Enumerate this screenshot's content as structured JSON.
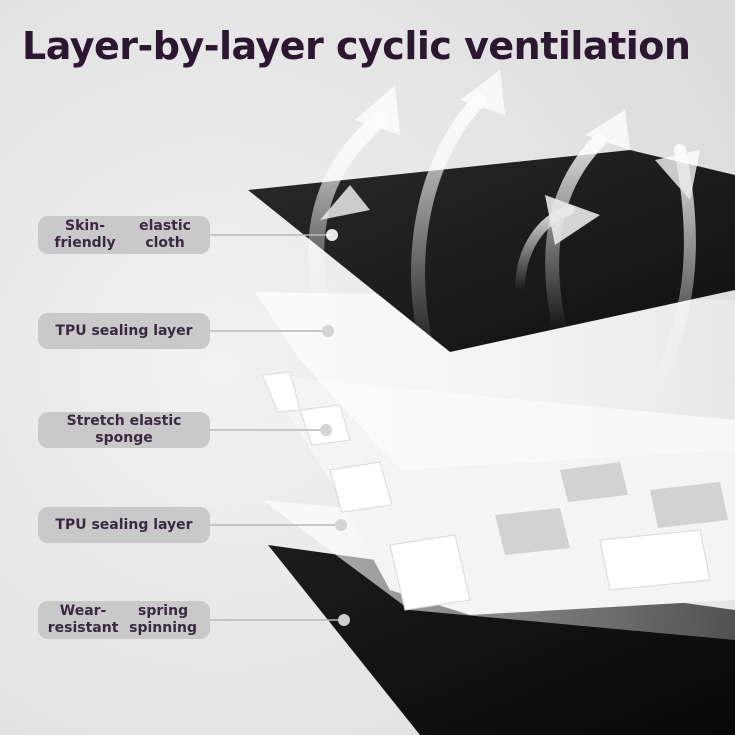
{
  "title": "Layer-by-layer cyclic ventilation",
  "layers": [
    {
      "lines": [
        "Skin-friendly",
        "elastic cloth"
      ]
    },
    {
      "lines": [
        "TPU sealing layer"
      ]
    },
    {
      "lines": [
        "Stretch elastic sponge"
      ]
    },
    {
      "lines": [
        "TPU sealing layer"
      ]
    },
    {
      "lines": [
        "Wear-resistant",
        "spring spinning"
      ]
    }
  ],
  "colors": {
    "background": "#e9e9e9",
    "title": "#2b1830",
    "label_fill": "#c9c9c9",
    "label_text": "#3a2940",
    "fabric": "#1a1a1a"
  }
}
